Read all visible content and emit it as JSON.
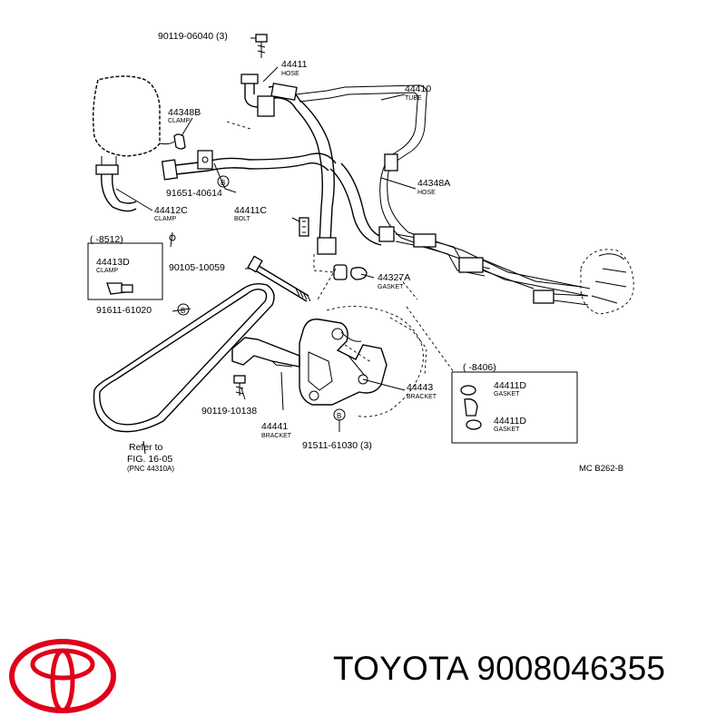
{
  "labels": {
    "p1": "90119-06040 (3)",
    "p2_num": "44411",
    "p2_desc": "HOSE",
    "p3_num": "44410",
    "p3_desc": "TUBE",
    "p4_num": "44348B",
    "p4_desc": "CLAMP",
    "p5_num": "44348A",
    "p5_desc": "HOSE",
    "p6": "91651-40614",
    "p7_num": "44412C",
    "p7_desc": "CLAMP",
    "p8_num": "44411C",
    "p8_desc": "BOLT",
    "p9_range": "(     -8512)",
    "p9_num": "44413D",
    "p9_desc": "CLAMP",
    "p10": "90105-10059",
    "p11_num": "44327A",
    "p11_desc": "GASKET",
    "p12": "91611-61020",
    "p13_num": "44443",
    "p13_desc": "BRACKET",
    "p14_range": "(     -8406)",
    "p14a_num": "44411D",
    "p14a_desc": "GASKET",
    "p14b_num": "44411D",
    "p14b_desc": "GASKET",
    "p15": "90119-10138",
    "p16_num": "44441",
    "p16_desc": "BRACKET",
    "p17": "91511-61030 (3)",
    "ref1": "Refer to",
    "ref2": "FIG. 16-05",
    "ref3": "(PNC 44310A)",
    "code": "MC  B262-B",
    "circle_b": "B"
  },
  "footer": {
    "brand": "TOYOTA",
    "part_number": "9008046355",
    "text": "TOYOTA 9008046355"
  },
  "colors": {
    "logo_red": "#e0001b",
    "line": "#000000",
    "background": "#ffffff"
  },
  "icons": {
    "logo": "toyota-logo-icon"
  }
}
